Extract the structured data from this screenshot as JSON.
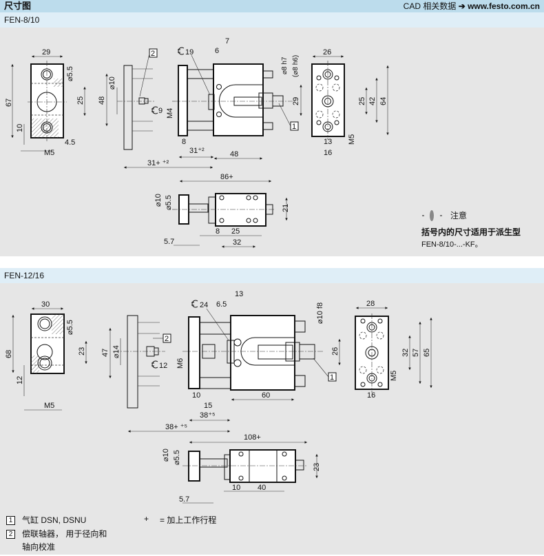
{
  "header": {
    "title": "尺寸图",
    "cad_label": "CAD 相关数据",
    "arrow": "➔",
    "url": "www.festo.com.cn"
  },
  "section1": {
    "title": "FEN-8/10",
    "front": {
      "width": "29",
      "height": "67",
      "hole": "⌀5.5",
      "pitch": "25",
      "low": "10",
      "edge": "4.5",
      "thread": "M5"
    },
    "coupling": {
      "callout": "2",
      "dia": "⌀10",
      "height": "48",
      "wrench": "9"
    },
    "side": {
      "d7": "7",
      "d6": "6",
      "wrench": "19",
      "rod": "⌀8 h7",
      "rod_alt": "(⌀8 h6)",
      "pitch": "29",
      "thread": "M4",
      "plate": "8",
      "gap": "31⁺²",
      "body": "48",
      "overall": "31+ ⁺²",
      "callout": "1"
    },
    "end": {
      "width": "26",
      "d25": "25",
      "d42": "42",
      "d64": "64",
      "d13": "13",
      "d16": "16",
      "thread": "M5"
    },
    "bottom": {
      "length": "86+",
      "dia10": "⌀10",
      "dia55": "⌀5.5",
      "height": "21",
      "d8": "8",
      "d25": "25",
      "d32": "32",
      "d57": "5.7"
    },
    "notes": {
      "label": "注意",
      "line1": "括号内的尺寸适用于派生型",
      "line2": "FEN-8/10-...-KF。"
    }
  },
  "section2": {
    "title": "FEN-12/16",
    "front": {
      "width": "30",
      "height": "68",
      "hole": "⌀5.5",
      "pitch": "23",
      "low": "12",
      "thread": "M5"
    },
    "coupling": {
      "callout": "2",
      "dia": "⌀14",
      "height": "47",
      "wrench": "12"
    },
    "side": {
      "d13": "13",
      "d65": "6.5",
      "wrench": "24",
      "rod": "⌀10 f8",
      "pitch": "26",
      "thread": "M6",
      "plate": "10",
      "d15": "15",
      "gap": "38⁺⁵",
      "body": "60",
      "overall": "38+ ⁺⁵",
      "callout": "1"
    },
    "end": {
      "width": "28",
      "d32": "32",
      "d57": "57",
      "d65": "65",
      "d16": "16",
      "thread": "M5"
    },
    "bottom": {
      "length": "108+",
      "dia10": "⌀10",
      "dia55": "⌀5.5",
      "height": "23",
      "d10": "10",
      "d40": "40",
      "d57": "5.7"
    }
  },
  "legend": {
    "items": [
      {
        "num": "1",
        "text": "气缸 DSN, DSNU"
      },
      {
        "num": "2",
        "text": "偿联轴器， 用于径向和",
        "text2": "轴向校准"
      }
    ],
    "plus_symbol": "+",
    "plus_text": "= 加上工作行程"
  }
}
